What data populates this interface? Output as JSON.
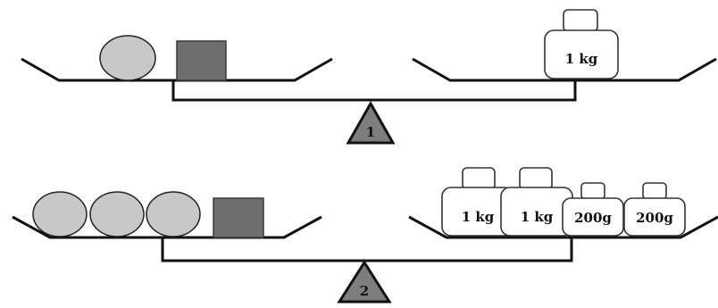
{
  "scales": [
    {
      "id": "scale-1",
      "number": "1",
      "left_pan": {
        "balls": 1,
        "boxes": 1
      },
      "right_pan": {
        "weights": [
          "1 kg"
        ]
      }
    },
    {
      "id": "scale-2",
      "number": "2",
      "left_pan": {
        "balls": 3,
        "boxes": 1
      },
      "right_pan": {
        "weights": [
          "1 kg",
          "1 kg",
          "200g",
          "200g"
        ]
      }
    }
  ],
  "colors": {
    "ball": "#c8c8c8",
    "box": "#6e6e6e",
    "fulcrum": "#7d7d7d",
    "line": "#111111"
  }
}
